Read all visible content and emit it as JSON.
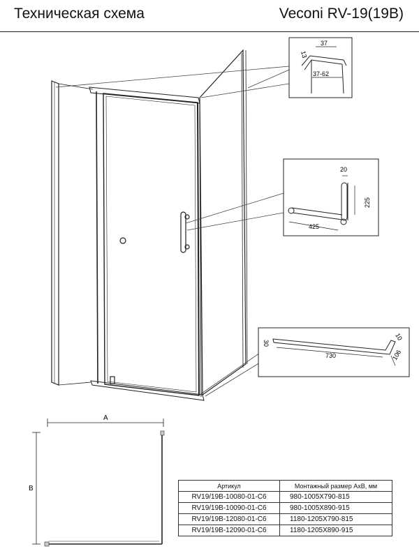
{
  "header": {
    "title": "Техническая схема",
    "model": "Veconi RV-19(19B)"
  },
  "details": {
    "profile": {
      "width": "37",
      "depth": "13",
      "range": "37-62"
    },
    "handle": {
      "height": "225",
      "offset": "20",
      "length": "425"
    },
    "bar": {
      "length": "730",
      "height": "30",
      "end_a": "10",
      "end_b": "106"
    }
  },
  "plan": {
    "width_label": "A",
    "depth_label": "B"
  },
  "table": {
    "headers": [
      "Артикул",
      "Монтажный размер AxB, мм"
    ],
    "rows": [
      [
        "RV19/19B-10080-01-C6",
        "980-1005X790-815"
      ],
      [
        "RV19/19B-10090-01-C6",
        "980-1005X890-915"
      ],
      [
        "RV19/19B-12080-01-C6",
        "1180-1205X790-815"
      ],
      [
        "RV19/19B-12090-01-C6",
        "1180-1205X890-915"
      ]
    ]
  }
}
